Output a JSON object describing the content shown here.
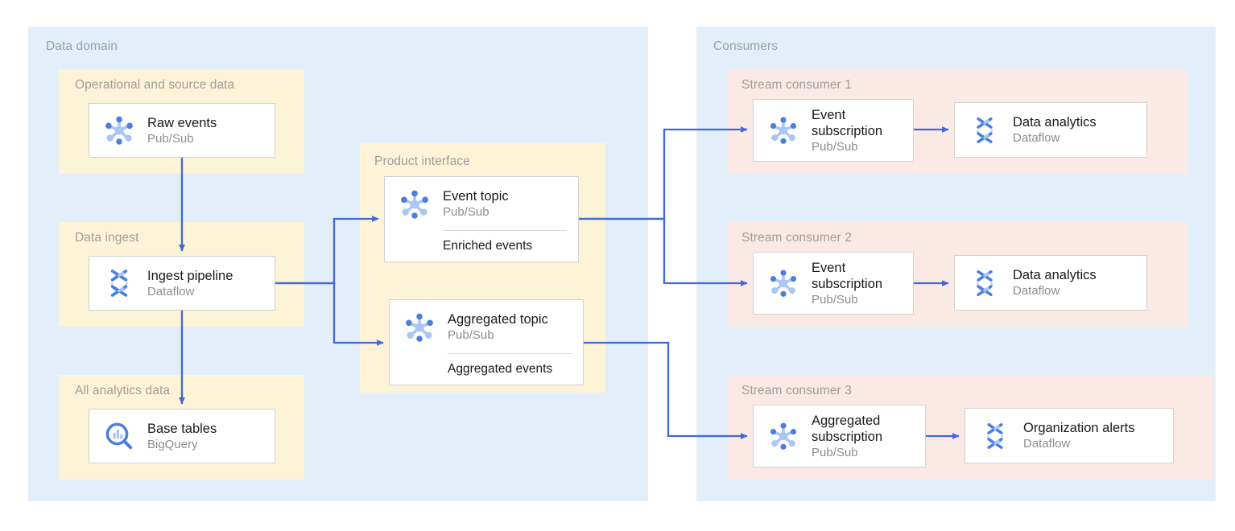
{
  "colors": {
    "panel_blue": "#e3eefb",
    "panel_cream": "#fdf3d7",
    "panel_pink": "#fbe9e6",
    "arrow": "#4169d8",
    "card_border": "#d2d2d2",
    "icon_blue_dark": "#4a7fe0",
    "icon_blue_light": "#aac6f5",
    "title_text": "#9e9e9e"
  },
  "domains": {
    "data_domain": {
      "title": "Data domain",
      "groups": [
        {
          "title": "Operational and source data",
          "cards": [
            {
              "title": "Raw events",
              "subtitle": "Pub/Sub",
              "icon": "pubsub-icon"
            }
          ]
        },
        {
          "title": "Data ingest",
          "cards": [
            {
              "title": "Ingest pipeline",
              "subtitle": "Dataflow",
              "icon": "dataflow-icon"
            }
          ]
        },
        {
          "title": "All analytics data",
          "cards": [
            {
              "title": "Base tables",
              "subtitle": "BigQuery",
              "icon": "bigquery-icon"
            }
          ]
        }
      ]
    },
    "product_interface": {
      "title": "Product interface",
      "cards": [
        {
          "title": "Event topic",
          "subtitle": "Pub/Sub",
          "footer": "Enriched events",
          "icon": "pubsub-icon"
        },
        {
          "title": "Aggregated topic",
          "subtitle": "Pub/Sub",
          "footer": "Aggregated events",
          "icon": "pubsub-icon"
        }
      ]
    },
    "consumers": {
      "title": "Consumers",
      "groups": [
        {
          "title": "Stream consumer 1",
          "cards": [
            {
              "title": "Event\nsubscription",
              "subtitle": "Pub/Sub",
              "icon": "pubsub-icon"
            },
            {
              "title": "Data analytics",
              "subtitle": "Dataflow",
              "icon": "dataflow-icon"
            }
          ]
        },
        {
          "title": "Stream consumer 2",
          "cards": [
            {
              "title": "Event\nsubscription",
              "subtitle": "Pub/Sub",
              "icon": "pubsub-icon"
            },
            {
              "title": "Data analytics",
              "subtitle": "Dataflow",
              "icon": "dataflow-icon"
            }
          ]
        },
        {
          "title": "Stream consumer 3",
          "cards": [
            {
              "title": "Aggregated\nsubscription",
              "subtitle": "Pub/Sub",
              "icon": "pubsub-icon"
            },
            {
              "title": "Organization alerts",
              "subtitle": "Dataflow",
              "icon": "dataflow-icon"
            }
          ]
        }
      ]
    }
  },
  "connections": [
    {
      "from": "Raw events",
      "to": "Ingest pipeline"
    },
    {
      "from": "Ingest pipeline",
      "to": "Base tables"
    },
    {
      "from": "Ingest pipeline",
      "to": "Event topic"
    },
    {
      "from": "Ingest pipeline",
      "to": "Aggregated topic"
    },
    {
      "from": "Event topic",
      "to": "Stream consumer 1 / Event subscription"
    },
    {
      "from": "Event topic",
      "to": "Stream consumer 2 / Event subscription"
    },
    {
      "from": "Aggregated topic",
      "to": "Stream consumer 3 / Aggregated subscription"
    },
    {
      "from": "Stream consumer 1 / Event subscription",
      "to": "Stream consumer 1 / Data analytics"
    },
    {
      "from": "Stream consumer 2 / Event subscription",
      "to": "Stream consumer 2 / Data analytics"
    },
    {
      "from": "Stream consumer 3 / Aggregated subscription",
      "to": "Stream consumer 3 / Organization alerts"
    }
  ]
}
